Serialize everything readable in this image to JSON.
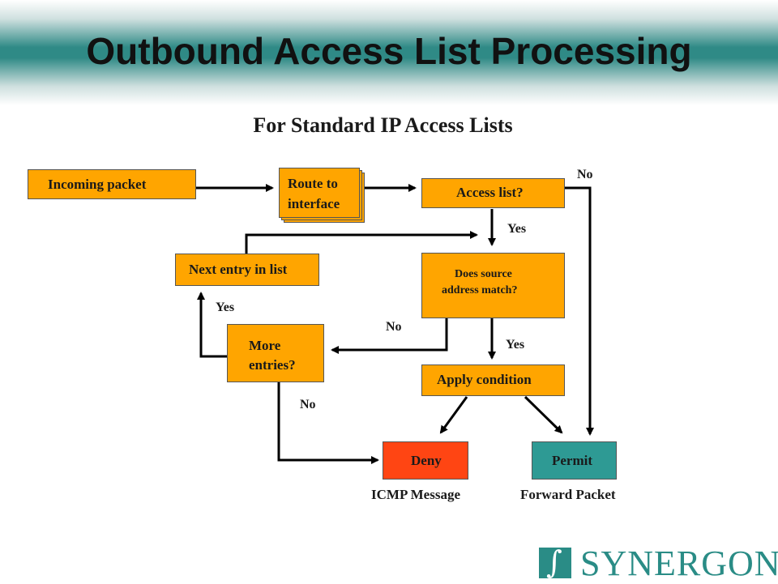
{
  "title": "Outbound Access List Processing",
  "subtitle": "For Standard IP Access Lists",
  "nodes": {
    "incoming": "Incoming packet",
    "route": "Route to interface",
    "route_line1": "Route to",
    "route_line2": "interface",
    "access": "Access  list?",
    "next": "Next entry in list",
    "source_line1": "Does source",
    "source_line2": "address match?",
    "more_line1": "More",
    "more_line2": "entries?",
    "apply": "Apply condition",
    "deny": "Deny",
    "permit": "Permit"
  },
  "edge_labels": {
    "access_no": "No",
    "access_yes": "Yes",
    "more_yes": "Yes",
    "source_no": "No",
    "source_yes": "Yes",
    "more_no": "No"
  },
  "outcomes": {
    "deny": "ICMP Message",
    "permit": "Forward Packet"
  },
  "logo": {
    "text": "SYNERGON",
    "mark": "∫"
  },
  "colors": {
    "box": "#ffa500",
    "deny": "#ff4513",
    "permit": "#2e9a94",
    "brand": "#2a8c86"
  }
}
